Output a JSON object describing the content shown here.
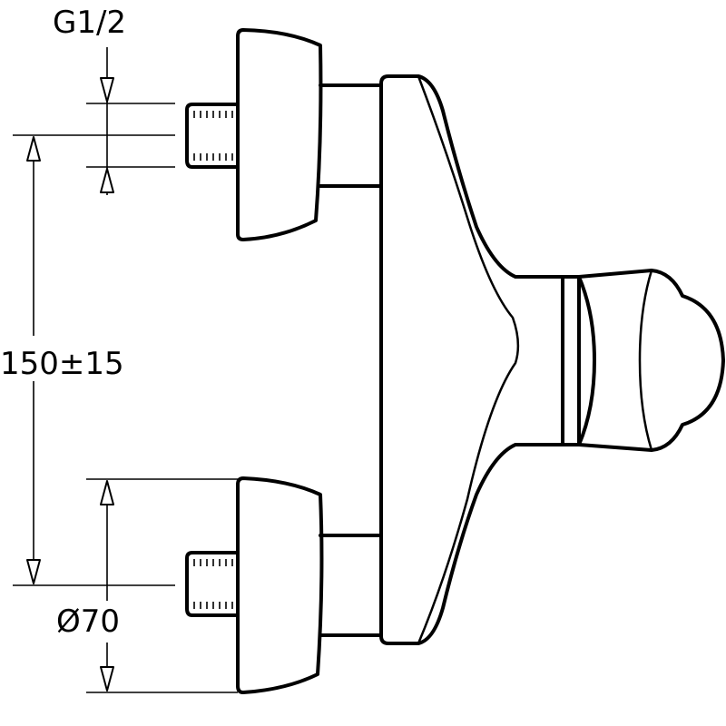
{
  "dimensions": {
    "thread": "G1/2",
    "spacing": "150±15",
    "diameter": "Ø70"
  },
  "colors": {
    "line": "#000000",
    "background": "#ffffff"
  }
}
